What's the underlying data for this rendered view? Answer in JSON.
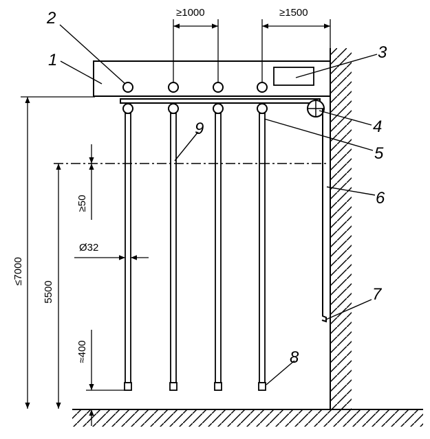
{
  "callouts": {
    "c1": "1",
    "c2": "2",
    "c3": "3",
    "c4": "4",
    "c5": "5",
    "c6": "6",
    "c7": "7",
    "c8": "8",
    "c9": "9"
  },
  "dimensions": {
    "spacing_between_ropes": "≥1000",
    "spacing_to_wall": "≥1500",
    "max_height": "≤7000",
    "rope_length": "5500",
    "mark_offset": "≥50",
    "rope_diameter": "Ø32",
    "floor_clearance": "≈400"
  },
  "colors": {
    "line": "#000000",
    "background": "#ffffff"
  }
}
